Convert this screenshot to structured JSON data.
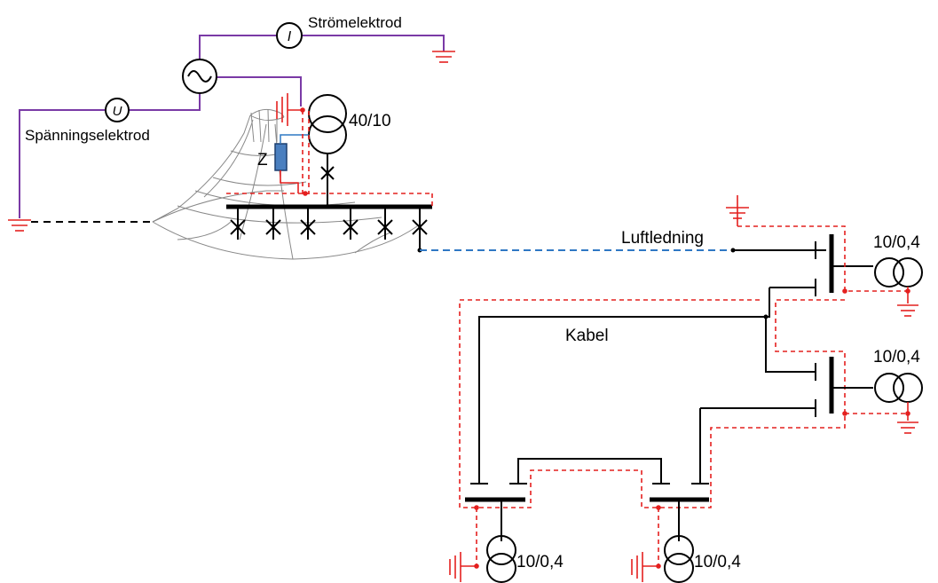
{
  "labels": {
    "current_electrode": "Strömelektrod",
    "voltage_electrode": "Spänningselektrod",
    "impedance": "Z",
    "main_transformer_ratio": "40/10",
    "overhead_line": "Luftledning",
    "cable": "Kabel",
    "sub1_ratio": "10/0,4",
    "sub2_ratio": "10/0,4",
    "sub3_ratio": "10/0,4",
    "sub4_ratio": "10/0,4"
  },
  "meters": {
    "current_symbol": "I",
    "voltage_symbol": "U"
  },
  "colors": {
    "measurement_circuit": "#7a3aa6",
    "earthing": "#e4201f",
    "overhead_line": "#2f78c4",
    "conductor": "#000000"
  }
}
